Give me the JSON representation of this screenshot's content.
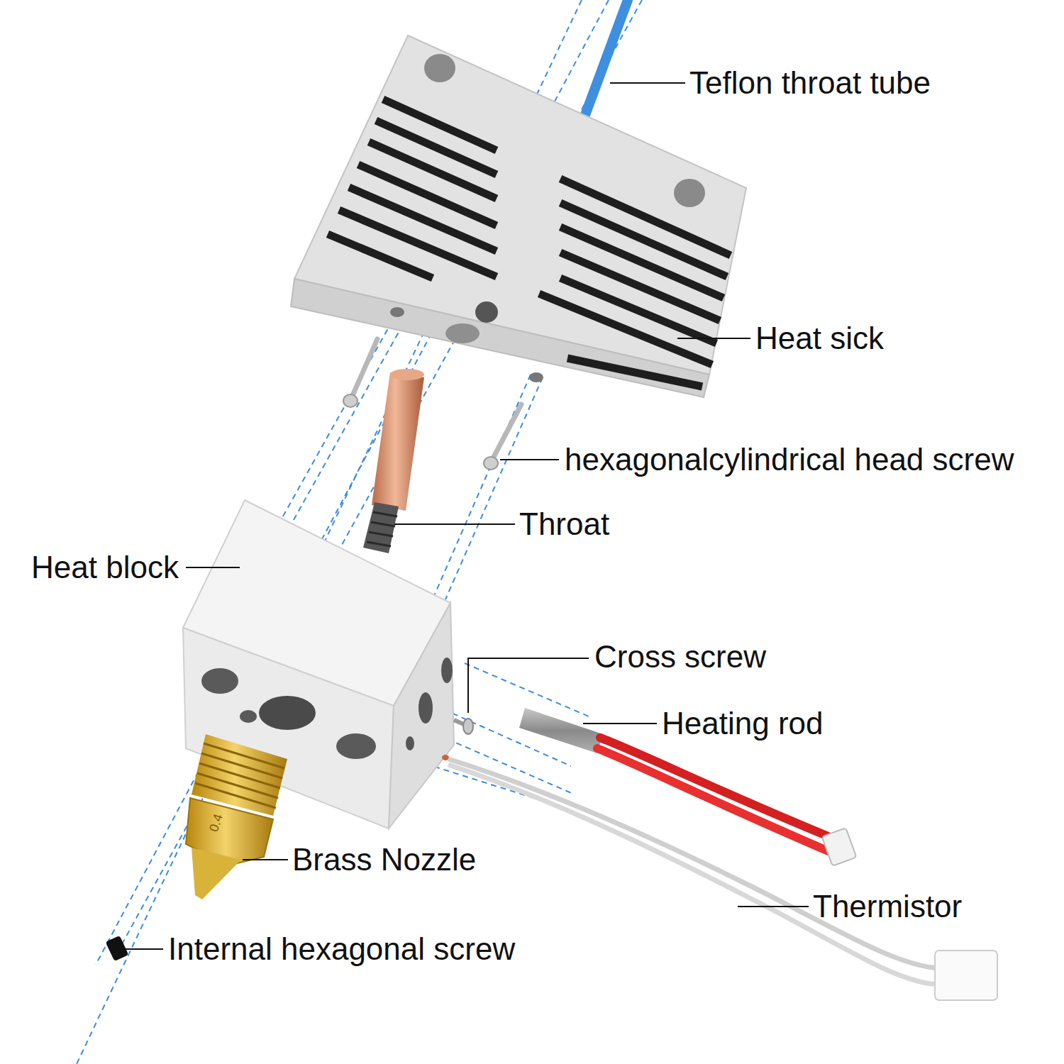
{
  "diagram": {
    "labels": [
      "Teflon throat tube",
      "Heat sick",
      "hexagonalcylindrical head screw",
      "Throat",
      "Heat block",
      "Cross screw",
      "Heating rod",
      "Brass Nozzle",
      "Thermistor",
      "Internal hexagonal screw",
      "0.4"
    ]
  }
}
